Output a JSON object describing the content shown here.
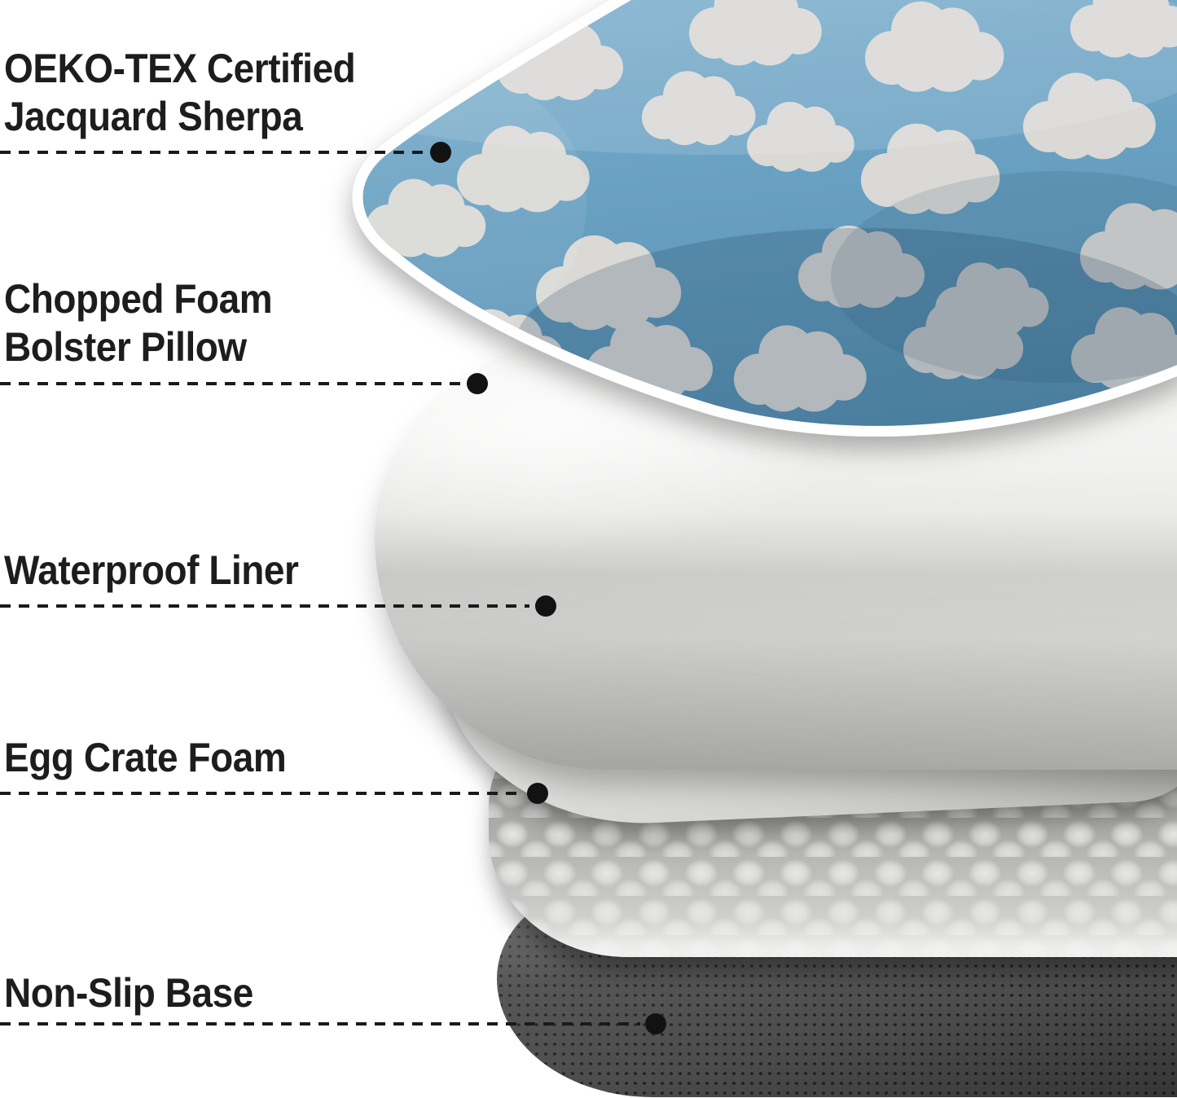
{
  "callouts": [
    {
      "id": "sherpa-cover",
      "lines": [
        "OEKO-TEX Certified",
        "Jacquard Sherpa"
      ]
    },
    {
      "id": "bolster-pillow",
      "lines": [
        "Chopped Foam",
        "Bolster Pillow"
      ]
    },
    {
      "id": "waterproof-liner",
      "lines": [
        "Waterproof Liner"
      ]
    },
    {
      "id": "egg-crate-foam",
      "lines": [
        "Egg Crate Foam"
      ]
    },
    {
      "id": "non-slip-base",
      "lines": [
        "Non-Slip Base"
      ]
    }
  ],
  "layers": [
    {
      "id": "sherpa-cover",
      "material": "blue jacquard sherpa fabric with cloud pattern"
    },
    {
      "id": "bolster-pillow",
      "material": "white chopped-foam bolster ring"
    },
    {
      "id": "waterproof-liner",
      "material": "gray waterproof liner"
    },
    {
      "id": "egg-crate-foam",
      "material": "light gray egg crate foam"
    },
    {
      "id": "non-slip-base",
      "material": "charcoal non-slip dotted base"
    }
  ],
  "colors": {
    "fabric_blue": "#6ba2c3",
    "fabric_blue_light": "#85b5d2",
    "cloud_gray": "#dad9d6",
    "foam_white": "#eeeeec",
    "liner_gray": "#d8d8d6",
    "egg_crate_gray": "#c6c6c4",
    "base_charcoal": "#4d4d4d",
    "text_black": "#1d1d1d",
    "leader_black": "#1a1a1a"
  },
  "icons": {
    "leader_dot": "filled-circle"
  }
}
